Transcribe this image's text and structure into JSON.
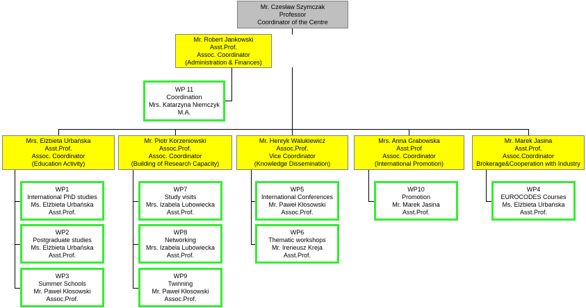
{
  "top": {
    "lines": [
      "Mr. Czesław Szymczak",
      "Professor",
      "Coordinator of the Centre"
    ]
  },
  "admin": {
    "lines": [
      "Mr. Robert Jankowski",
      "Asst.Prof.",
      "Assoc. Coordinator",
      "(Administration & Finances)"
    ]
  },
  "wp11": {
    "lines": [
      "WP 11",
      "Coordination",
      "Mrs. Katarzyna Niemczyk",
      "M.A."
    ]
  },
  "branches": [
    {
      "head": [
        "Mrs. Elżbieta Urbańska",
        "Asst.Prof.",
        "Assoc. Coordinator",
        "(Education Activity)"
      ],
      "wps": [
        [
          "WP1",
          "International PhD studies",
          "Ms. Elżbieta Urbańska",
          "Asst.Prof."
        ],
        [
          "WP2",
          "Postgraduate studies",
          "Ms. Elżbieta Urbańska",
          "Asst.Prof."
        ],
        [
          "WP3",
          "Summer Schools",
          "Mr. Paweł Kłosowski",
          "Assoc.Prof."
        ]
      ]
    },
    {
      "head": [
        "Mr. Piotr Korzeniowski",
        "Assoc.Prof.",
        "Assoc. Coordinator",
        "(Building of Research Capacity)"
      ],
      "wps": [
        [
          "WP7",
          "Study visits",
          "Mrs. Izabela Lubowiecka",
          "Asst.Prof."
        ],
        [
          "WP8",
          "Networking",
          "Mrs. Izabela Lubowiecka",
          "Asst.Prof."
        ],
        [
          "WP9",
          "Twinning",
          "Mr. Paweł Kłosowski",
          "Assoc.Prof."
        ]
      ]
    },
    {
      "head": [
        "Mr. Henryk Walukiewicz",
        "Assoc.Prof.",
        "Vice Coordinator",
        "(Knowledge Dissemination)"
      ],
      "wps": [
        [
          "WP5",
          "International Conferences",
          "Mr. Paweł Kłosowski",
          "Assoc.Prof."
        ],
        [
          "WP6",
          "Thematic workshops",
          "Mr. Ireneusz Kreja",
          "Asst.Prof."
        ]
      ]
    },
    {
      "head": [
        "Mrs. Anna Grabowska",
        "Asst.Prof",
        "Assoc. Coordinator",
        "(International Promotion)"
      ],
      "wps": [
        [
          "WP10",
          "Promotion",
          "Mr. Marek Jasina",
          "Asst.Prof."
        ]
      ]
    },
    {
      "head": [
        "Mr. Marek Jasina",
        "Asst.Prof.",
        "Assoc.Coordinator",
        "Brokerage&Cooperation with Industry"
      ],
      "wps": [
        [
          "WP4",
          "EUROCODES Courses",
          "Ms. Elżbieta Urbańska",
          "Asst.Prof."
        ]
      ]
    }
  ],
  "colors": {
    "top_fill": "#bfbfbf",
    "head_fill": "#ffff00",
    "wp_border": "#33ee33",
    "line": "#000000"
  }
}
